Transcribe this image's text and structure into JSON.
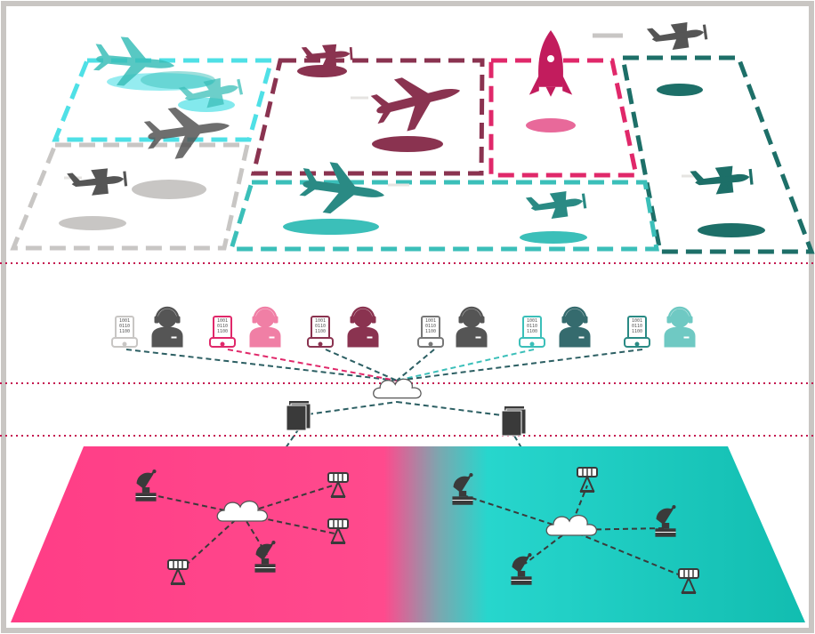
{
  "palette": {
    "frame": "#c9c6c3",
    "cyan": "#4fe0e6",
    "teal": "#3bbfb9",
    "dark_teal": "#1d6f68",
    "plum": "#8a3350",
    "magenta": "#e0286a",
    "gray": "#c8c6c4",
    "dark": "#3a3a3a",
    "pink_ground": "#ff4a8d",
    "teal_ground": "#22d3c8",
    "separator": "#c4164f"
  },
  "layers": {
    "airspace": {
      "sectors": [
        {
          "name": "sector-cyan",
          "color": "cyan"
        },
        {
          "name": "sector-plum",
          "color": "plum"
        },
        {
          "name": "sector-magenta",
          "color": "magenta"
        },
        {
          "name": "sector-dark-teal",
          "color": "dark_teal"
        },
        {
          "name": "sector-gray",
          "color": "gray"
        },
        {
          "name": "sector-teal",
          "color": "teal"
        }
      ],
      "vehicles": [
        {
          "kind": "airliner-icon",
          "color": "teal"
        },
        {
          "kind": "small-plane-icon",
          "color": "teal"
        },
        {
          "kind": "airliner-icon",
          "color": "dark"
        },
        {
          "kind": "small-plane-icon",
          "color": "plum"
        },
        {
          "kind": "airliner-icon",
          "color": "plum"
        },
        {
          "kind": "rocket-icon",
          "color": "magenta"
        },
        {
          "kind": "small-plane-icon",
          "color": "dark"
        },
        {
          "kind": "small-plane-icon",
          "color": "dark"
        },
        {
          "kind": "airliner-icon",
          "color": "dark_teal"
        },
        {
          "kind": "small-plane-icon",
          "color": "dark_teal"
        },
        {
          "kind": "small-plane-icon",
          "color": "dark_teal"
        }
      ]
    },
    "operators": [
      {
        "color": "gray"
      },
      {
        "color": "magenta"
      },
      {
        "color": "plum"
      },
      {
        "color": "dark"
      },
      {
        "color": "teal"
      },
      {
        "color": "teal"
      }
    ],
    "tablet_code": [
      "1001",
      "0110",
      "1100"
    ],
    "ground": {
      "regions": [
        "pink",
        "teal"
      ],
      "devices": [
        "radar-dish-icon",
        "antenna-mast-icon"
      ]
    }
  }
}
